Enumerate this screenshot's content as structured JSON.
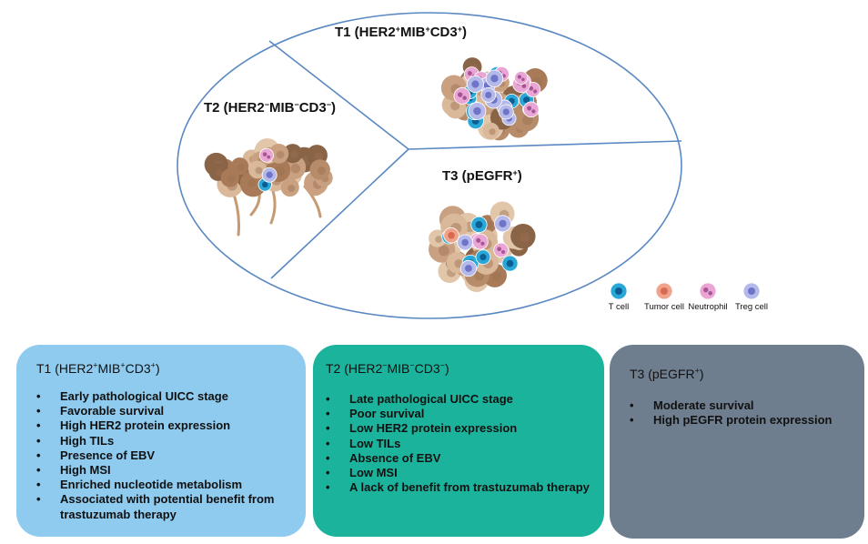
{
  "diagram": {
    "regions": [
      {
        "id": "t1",
        "label_main": "T1 (HER2",
        "label_rest": [
          [
            "+",
            true
          ],
          [
            "MIB",
            false
          ],
          [
            "+",
            true
          ],
          [
            "CD3",
            false
          ],
          [
            "+",
            true
          ],
          [
            ")",
            false
          ]
        ]
      },
      {
        "id": "t2",
        "label_main": "T2 (HER2",
        "label_rest": [
          [
            "−",
            true
          ],
          [
            "MIB",
            false
          ],
          [
            "−",
            true
          ],
          [
            "CD3",
            false
          ],
          [
            "−",
            true
          ],
          [
            ")",
            false
          ]
        ]
      },
      {
        "id": "t3",
        "label_main": "T3 (pEGFR",
        "label_rest": [
          [
            "+",
            true
          ],
          [
            ")",
            false
          ]
        ]
      }
    ],
    "legend": [
      {
        "label": "T cell",
        "color": "#29a8d8",
        "core": "#0d5f93"
      },
      {
        "label": "Tumor cell",
        "color": "#f0a28a",
        "core": "#d86a52"
      },
      {
        "label": "Neutrophil",
        "color": "#e9a6d4",
        "core": "#a65495"
      },
      {
        "label": "Treg cell",
        "color": "#b4b9ea",
        "core": "#6e74c8"
      }
    ],
    "colors": {
      "ellipse_stroke": "#5a88c2"
    }
  },
  "boxes": {
    "t1": {
      "title_parts": [
        [
          "T1 (HER2",
          false
        ],
        [
          "+",
          true
        ],
        [
          "MIB",
          false
        ],
        [
          "+",
          true
        ],
        [
          "CD3",
          false
        ],
        [
          "+",
          true
        ],
        [
          ")",
          false
        ]
      ],
      "items": [
        "Early pathological UICC stage",
        "Favorable survival",
        "High HER2 protein expression",
        "High TILs",
        "Presence of EBV",
        "High MSI",
        "Enriched nucleotide metabolism",
        "Associated with potential benefit from trastuzumab therapy"
      ],
      "color": "#8ecbef"
    },
    "t2": {
      "title_parts": [
        [
          "T2 (HER2",
          false
        ],
        [
          "−",
          true
        ],
        [
          "MIB",
          false
        ],
        [
          "−",
          true
        ],
        [
          "CD3",
          false
        ],
        [
          "−",
          true
        ],
        [
          ")",
          false
        ]
      ],
      "items": [
        "Late pathological UICC stage",
        "Poor survival",
        "Low HER2 protein expression",
        "Low TILs",
        "Absence of EBV",
        "Low MSI",
        "A lack of benefit from trastuzumab therapy"
      ],
      "color": "#1cb39c"
    },
    "t3": {
      "title_parts": [
        [
          "T3 (pEGFR",
          false
        ],
        [
          "+",
          true
        ],
        [
          ")",
          false
        ]
      ],
      "items": [
        "Moderate survival",
        "High pEGFR protein expression"
      ],
      "color": "#6f7e8e"
    }
  }
}
